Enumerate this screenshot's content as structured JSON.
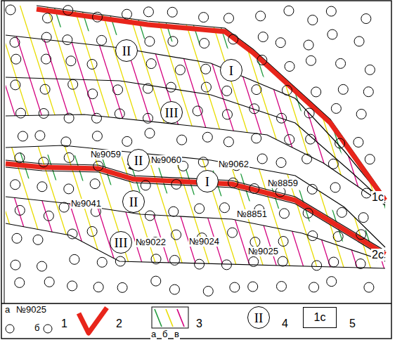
{
  "diagram": {
    "nodes": [
      {
        "text": [
          "II"
        ]
      },
      {
        "text": [
          "I"
        ]
      },
      {
        "text": [
          "III"
        ]
      },
      {
        "text": [
          "II"
        ]
      },
      {
        "text": [
          "I"
        ]
      },
      {
        "text": [
          "II"
        ]
      },
      {
        "text": [
          "III"
        ]
      },
      {
        "text": [
          "II"
        ]
      },
      {
        "text": [
          "1с"
        ]
      }
    ],
    "labels": [
      "№9059",
      "№9060",
      "№9062",
      "№8859",
      "№9041",
      "№8851",
      "№9022",
      "№9024",
      "№9025",
      "1с",
      "2с",
      "а",
      "№9025",
      "б",
      "а",
      "б",
      "в"
    ],
    "legend": [
      {
        "text": "1"
      },
      {
        "text": "2"
      },
      {
        "text": "3"
      },
      {
        "text": "4"
      },
      {
        "text": "5"
      }
    ]
  }
}
